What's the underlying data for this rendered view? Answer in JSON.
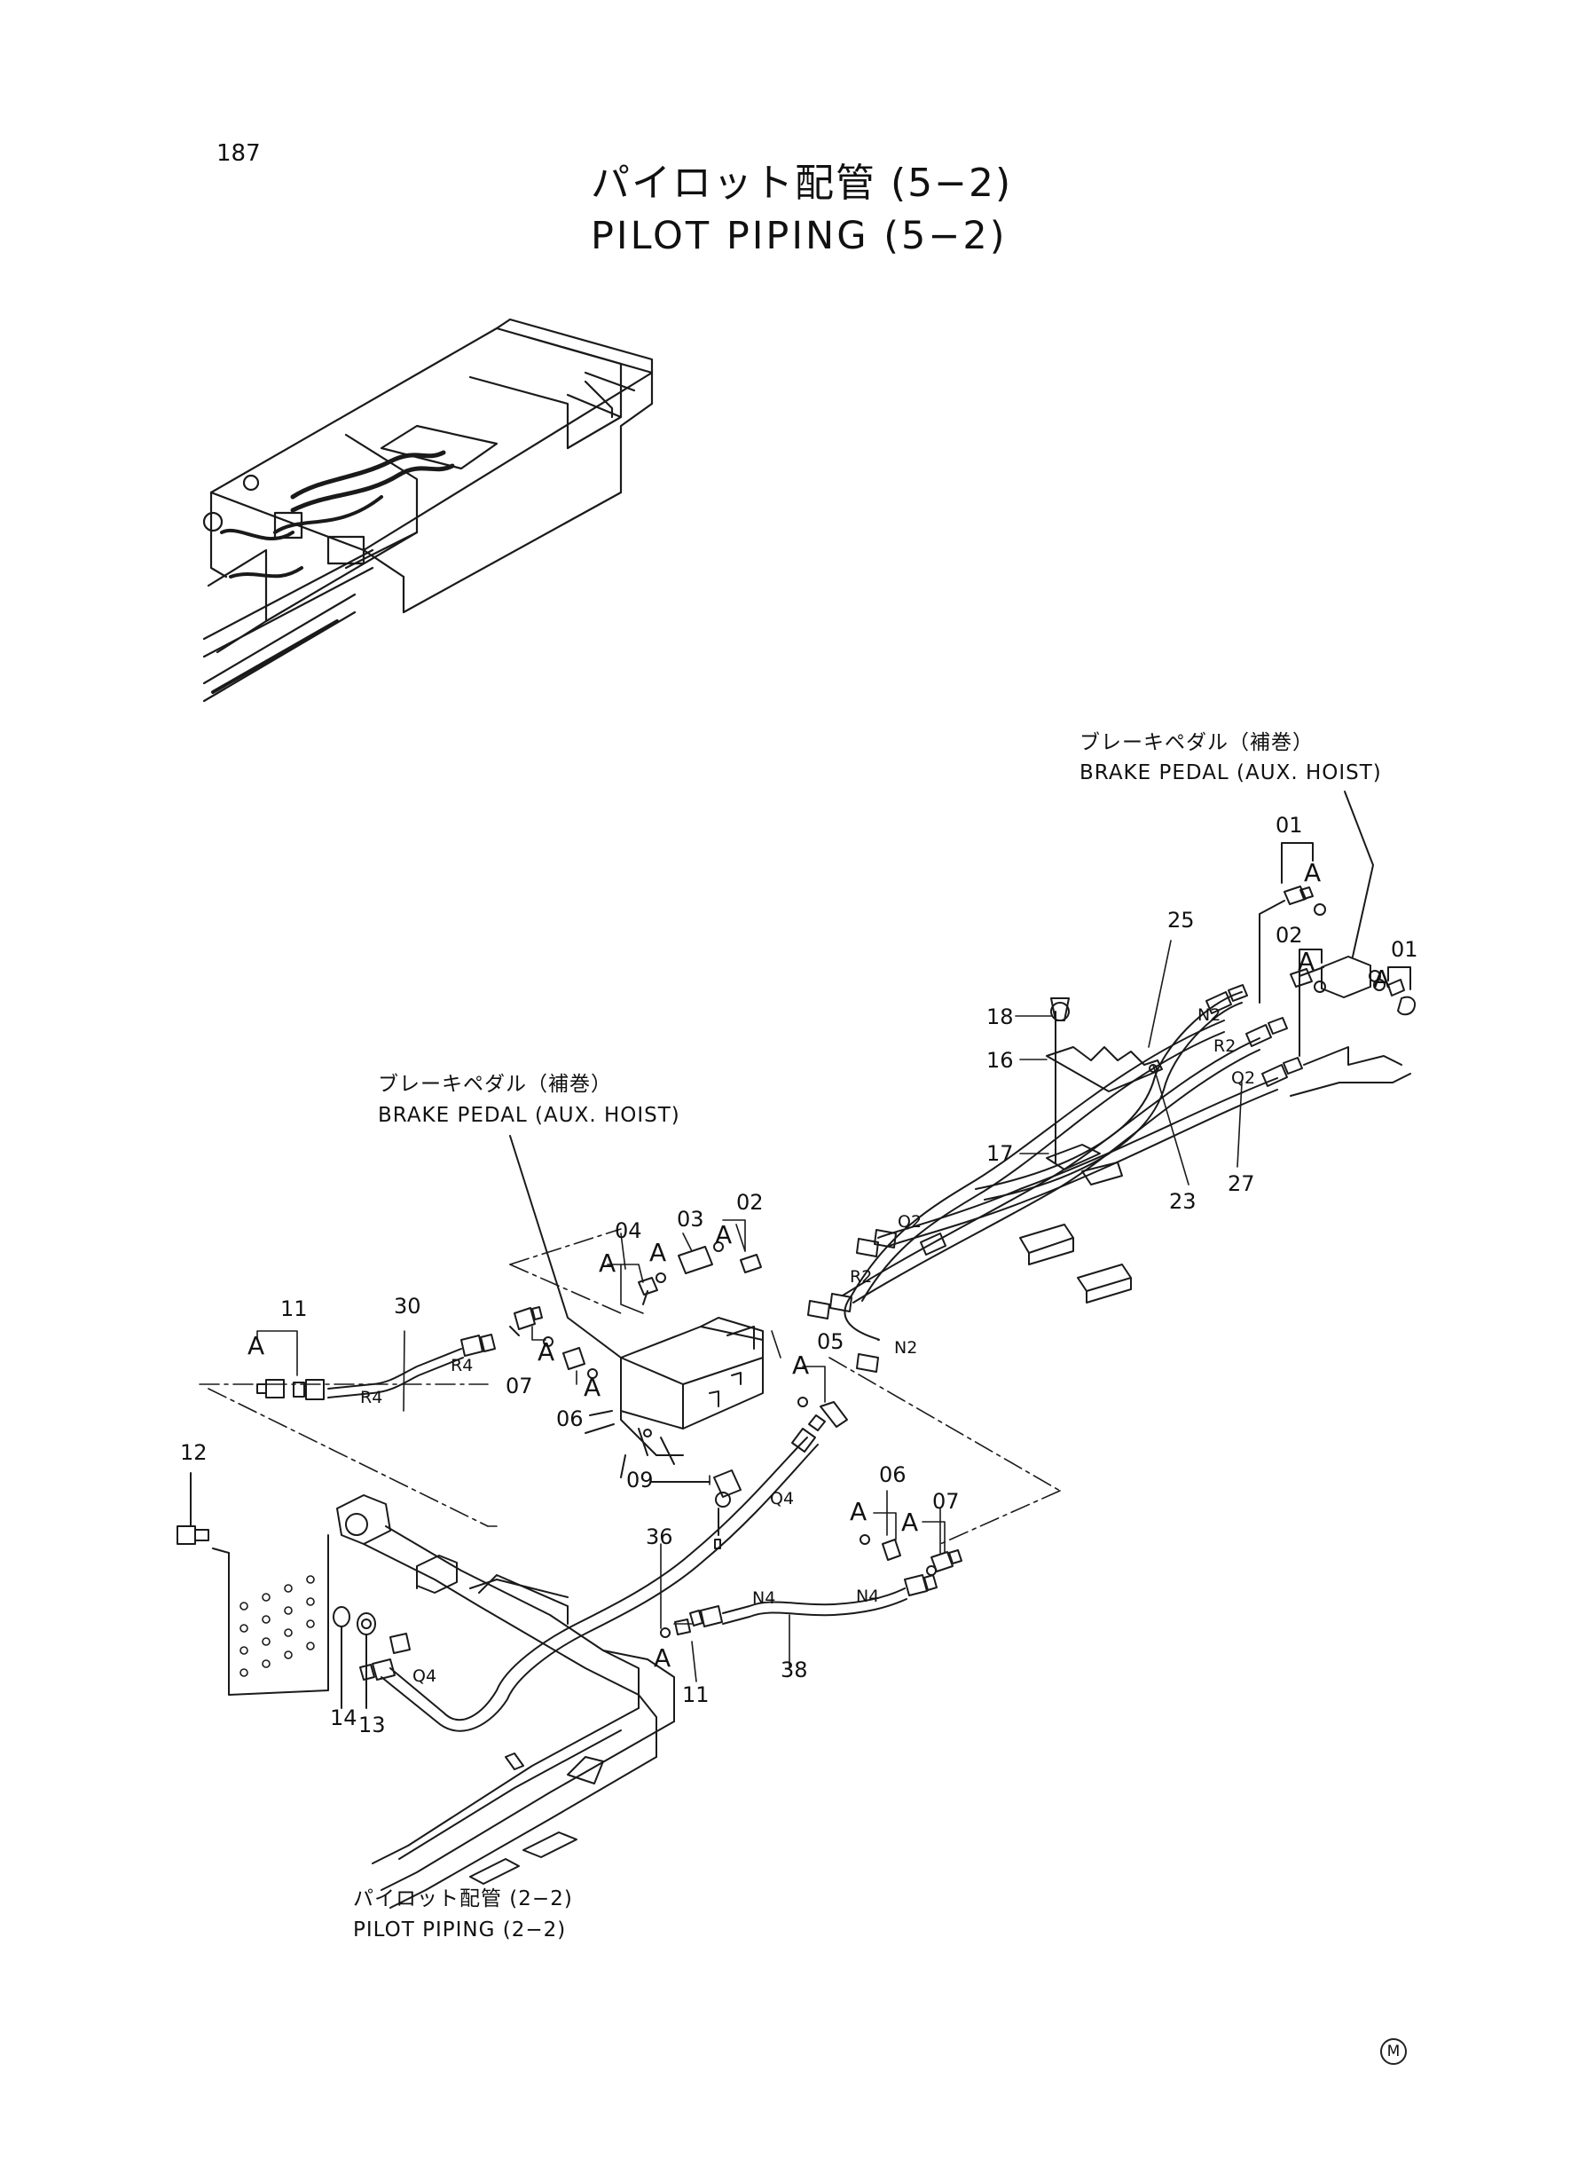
{
  "page_number": "187",
  "title_jp": "パイロット配管 (5−2)",
  "title_en": "PILOT PIPING (5−2)",
  "callouts": {
    "brake_pedal_right_jp": "ブレーキペダル（補巻）",
    "brake_pedal_right_en": "BRAKE PEDAL (AUX. HOIST)",
    "brake_pedal_left_jp": "ブレーキペダル（補巻）",
    "brake_pedal_left_en": "BRAKE PEDAL (AUX. HOIST)",
    "pilot_piping_jp": "パイロット配管 (2−2)",
    "pilot_piping_en": "PILOT PIPING (2−2)"
  },
  "part_numbers": {
    "p01a": "01",
    "p01b": "01",
    "p02a": "02",
    "p02b": "02",
    "p03": "03",
    "p04": "04",
    "p05": "05",
    "p06a": "06",
    "p06b": "06",
    "p07a": "07",
    "p07b": "07",
    "p09": "09",
    "p11a": "11",
    "p11b": "11",
    "p12": "12",
    "p13": "13",
    "p14": "14",
    "p16": "16",
    "p17": "17",
    "p18": "18",
    "p23": "23",
    "p25": "25",
    "p27": "27",
    "p30": "30",
    "p36": "36",
    "p38": "38"
  },
  "detail_letters": [
    "A",
    "A",
    "A",
    "A",
    "A",
    "A",
    "A",
    "A",
    "A",
    "A",
    "A",
    "A",
    "A"
  ],
  "hose_labels": {
    "n2_top": "N2",
    "r2_top": "R2",
    "q2_top": "Q2",
    "q2_mid": "Q2",
    "r2_mid": "R2",
    "n2_mid": "N2",
    "r4_a": "R4",
    "r4_b": "R4",
    "q4_a": "Q4",
    "q4_b": "Q4",
    "n4_a": "N4",
    "n4_b": "N4"
  },
  "corner_mark": "M"
}
